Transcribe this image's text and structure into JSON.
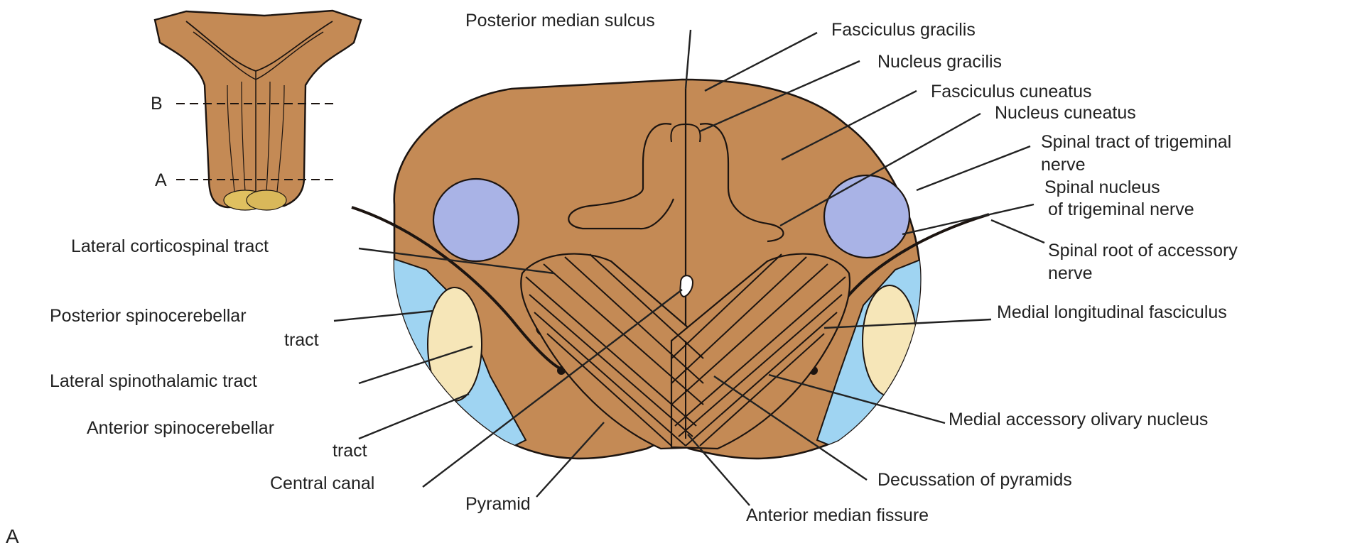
{
  "colors": {
    "tissue": "#c48a55",
    "tissue_light": "#cf9a66",
    "blue_nucleus": "#a9b3e6",
    "light_blue_rim": "#9fd4f2",
    "cream": "#f6e6b8",
    "outline": "#1c1410",
    "label_text": "#222222"
  },
  "inset": {
    "section_b": "B",
    "section_a": "A"
  },
  "panel_letter": "A",
  "labels": {
    "posterior_median_sulcus": "Posterior median sulcus",
    "fasciculus_gracilis": "Fasciculus gracilis",
    "nucleus_gracilis": "Nucleus gracilis",
    "fasciculus_cuneatus": "Fasciculus cuneatus",
    "nucleus_cuneatus": "Nucleus cuneatus",
    "spinal_tract_trigeminal_1": "Spinal tract of trigeminal",
    "spinal_tract_trigeminal_2": "nerve",
    "spinal_nucleus_trigeminal_1": "Spinal nucleus",
    "spinal_nucleus_trigeminal_2": "of trigeminal nerve",
    "spinal_root_accessory_1": "Spinal root of accessory",
    "spinal_root_accessory_2": "nerve",
    "medial_longitudinal_fasciculus": "Medial longitudinal fasciculus",
    "medial_accessory_olivary_nucleus": "Medial accessory olivary nucleus",
    "decussation_of_pyramids": "Decussation of pyramids",
    "anterior_median_fissure": "Anterior median fissure",
    "pyramid": "Pyramid",
    "central_canal": "Central canal",
    "anterior_spinocerebellar_1": "Anterior spinocerebellar",
    "anterior_spinocerebellar_2": "tract",
    "lateral_spinothalamic": "Lateral spinothalamic tract",
    "posterior_spinocerebellar_1": "Posterior spinocerebellar",
    "posterior_spinocerebellar_2": "tract",
    "lateral_corticospinal": "Lateral corticospinal tract"
  }
}
